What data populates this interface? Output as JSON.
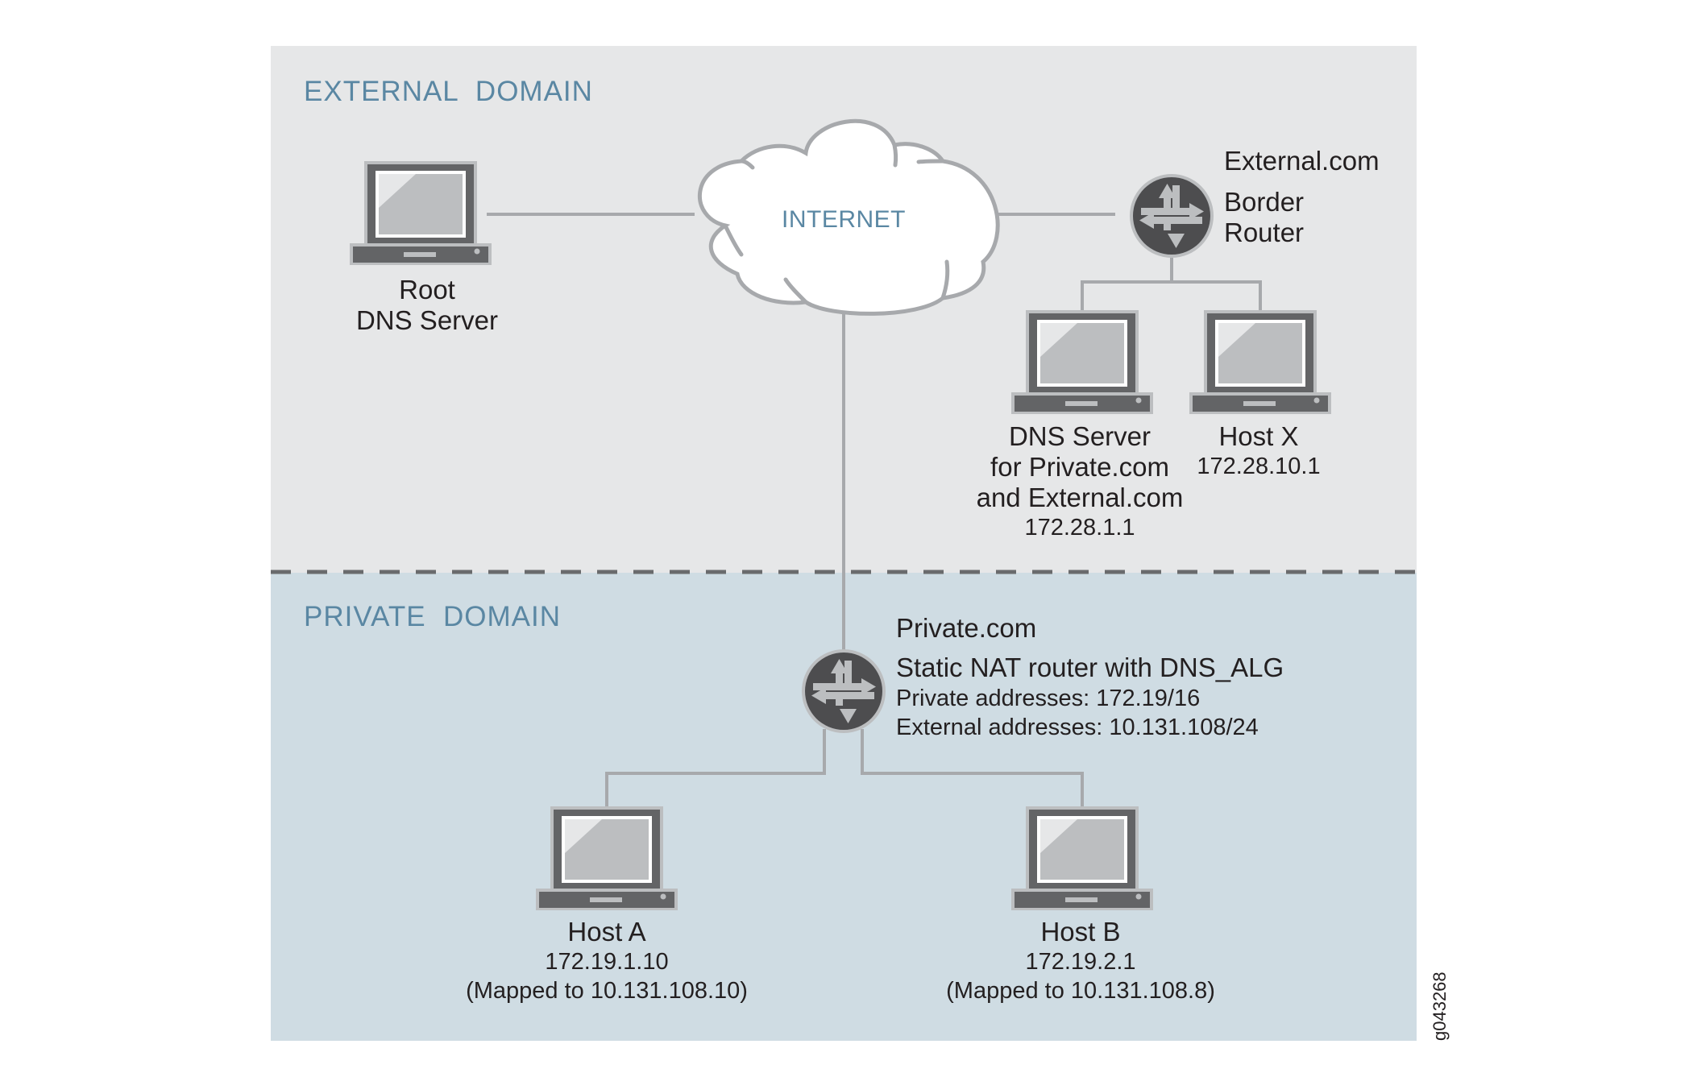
{
  "diagram": {
    "figure_id": "g043268",
    "colors": {
      "external_bg": "#e6e7e8",
      "private_bg": "#cfdce3",
      "zone_label": "#5a87a3",
      "divider": "#6a6b6d",
      "link": "#a7a9ac",
      "device_dark": "#636466",
      "device_light": "#bcbec0",
      "text": "#231f20"
    },
    "zones": {
      "external": {
        "label": "EXTERNAL  DOMAIN"
      },
      "private": {
        "label": "PRIVATE  DOMAIN"
      }
    },
    "internet": {
      "label": "INTERNET"
    },
    "nodes": {
      "root_dns": {
        "lines": [
          "Root",
          "DNS Server"
        ]
      },
      "border_router": {
        "domain": "External.com",
        "lines": [
          "Border",
          "Router"
        ]
      },
      "dns_server": {
        "lines": [
          "DNS Server",
          "for Private.com",
          "and External.com"
        ],
        "ip": "172.28.1.1"
      },
      "host_x": {
        "name": "Host X",
        "ip": "172.28.10.1"
      },
      "nat_router": {
        "domain": "Private.com",
        "title": "Static NAT router with DNS_ALG",
        "private_addresses": "Private addresses: 172.19/16",
        "external_addresses": "External addresses: 10.131.108/24"
      },
      "host_a": {
        "name": "Host A",
        "ip": "172.19.1.10",
        "mapped": "(Mapped to 10.131.108.10)"
      },
      "host_b": {
        "name": "Host B",
        "ip": "172.19.2.1",
        "mapped": "(Mapped to 10.131.108.8)"
      }
    }
  }
}
